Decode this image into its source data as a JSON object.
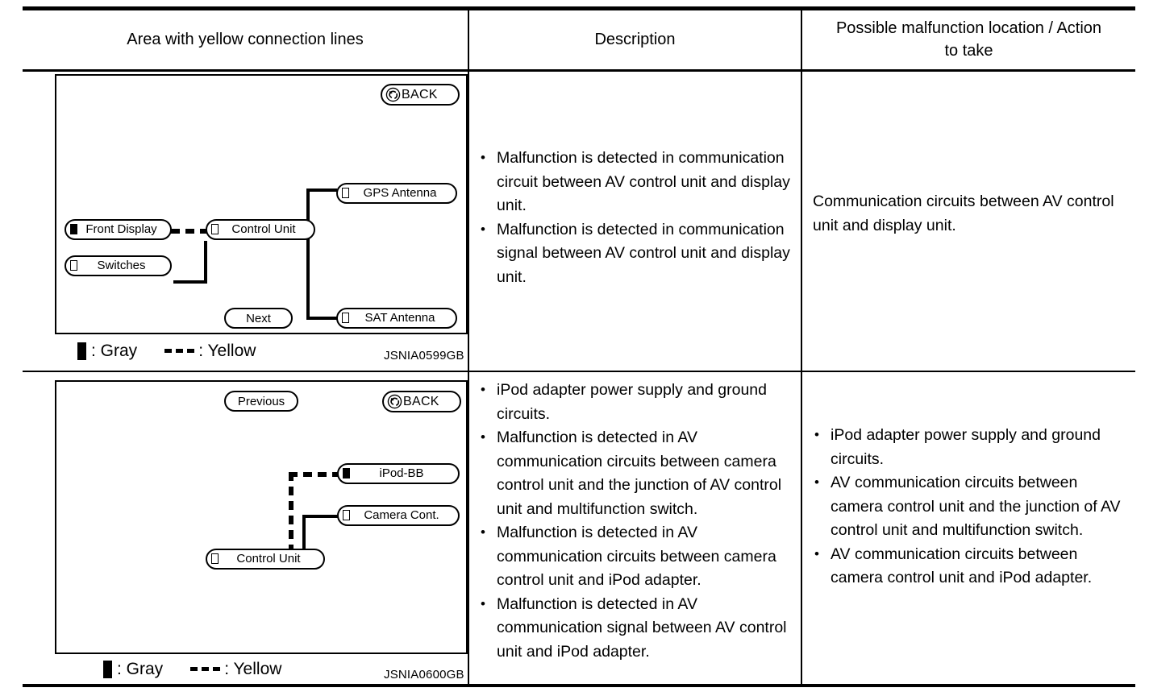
{
  "table": {
    "headers": [
      "Area with yellow connection lines",
      "Description",
      "Possible malfunction location / Action to take"
    ],
    "header_line1": "Possible malfunction location / Action",
    "header_line2": "to take"
  },
  "rows": [
    {
      "figure": {
        "code": "JSNIA0599GB",
        "back_button": "BACK",
        "back_icon": "back-arrow-icon",
        "nav_button": "Next",
        "nodes": [
          {
            "label": "Front Display",
            "marker": "gray"
          },
          {
            "label": "Switches",
            "marker": "white"
          },
          {
            "label": "Control Unit",
            "marker": "white"
          },
          {
            "label": "GPS Antenna",
            "marker": "white"
          },
          {
            "label": "SAT Antenna",
            "marker": "white"
          }
        ],
        "legend": {
          "gray": ": Gray",
          "yellow": ": Yellow"
        }
      },
      "description": [
        "Malfunction is detected in communication circuit between AV control unit and display unit.",
        "Malfunction is detected in communication signal between AV control unit and display unit."
      ],
      "action": "Communication circuits between AV control unit and display unit."
    },
    {
      "figure": {
        "code": "JSNIA0600GB",
        "back_button": "BACK",
        "back_icon": "back-arrow-icon",
        "nav_button": "Previous",
        "nodes": [
          {
            "label": "iPod-BB",
            "marker": "gray"
          },
          {
            "label": "Camera Cont.",
            "marker": "white"
          },
          {
            "label": "Control Unit",
            "marker": "white"
          }
        ],
        "legend": {
          "gray": ": Gray",
          "yellow": ": Yellow"
        }
      },
      "description": [
        "iPod adapter power supply and ground circuits.",
        "Malfunction is detected in AV communication circuits between camera control unit and the junction of AV control unit and multifunction switch.",
        "Malfunction is detected in AV communication circuits between camera control unit and iPod adapter.",
        "Malfunction is detected in AV communication signal between AV control unit and iPod adapter."
      ],
      "action": [
        "iPod adapter power supply and ground circuits.",
        "AV communication circuits between camera control unit and the junction of AV control unit and multifunction switch.",
        "AV communication circuits between camera control unit and iPod adapter."
      ]
    }
  ],
  "colors": {
    "ink": "#000000",
    "paper": "#ffffff"
  }
}
